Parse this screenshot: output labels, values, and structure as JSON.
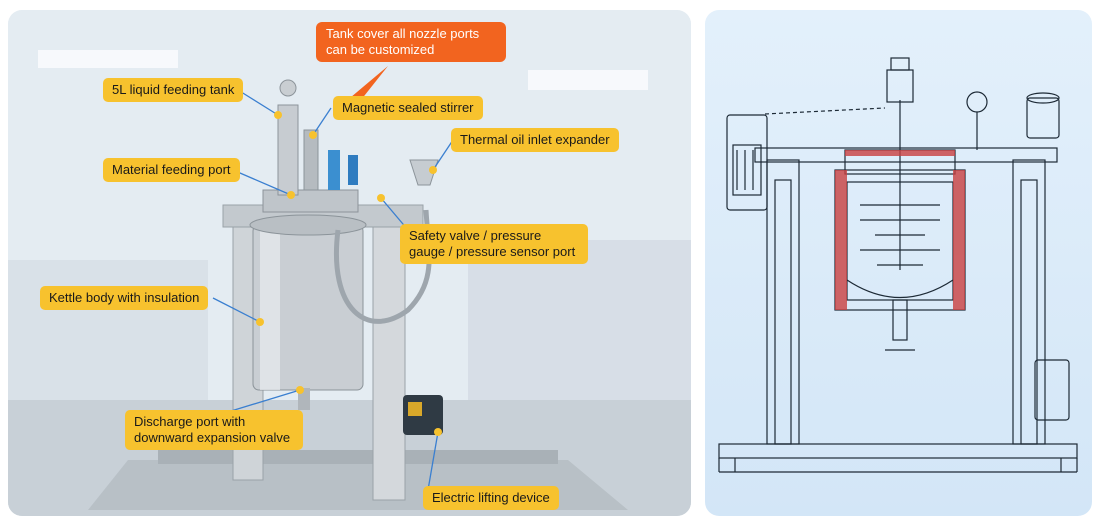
{
  "callouts": {
    "customize_note": "Tank cover all nozzle ports can be customized",
    "liquid_tank": "5L liquid feeding tank",
    "stirrer": "Magnetic sealed stirrer",
    "thermal_oil": "Thermal oil inlet expander",
    "feeding_port": "Material feeding port",
    "safety_valve": "Safety valve / pressure gauge / pressure sensor port",
    "kettle_body": "Kettle body with insulation",
    "discharge_port": "Discharge port with downward expansion valve",
    "lifting_device": "Electric lifting device"
  },
  "colors": {
    "callout": "#f7c22e",
    "note": "#f2641f",
    "drawing_bg": "#d8e9f8"
  }
}
